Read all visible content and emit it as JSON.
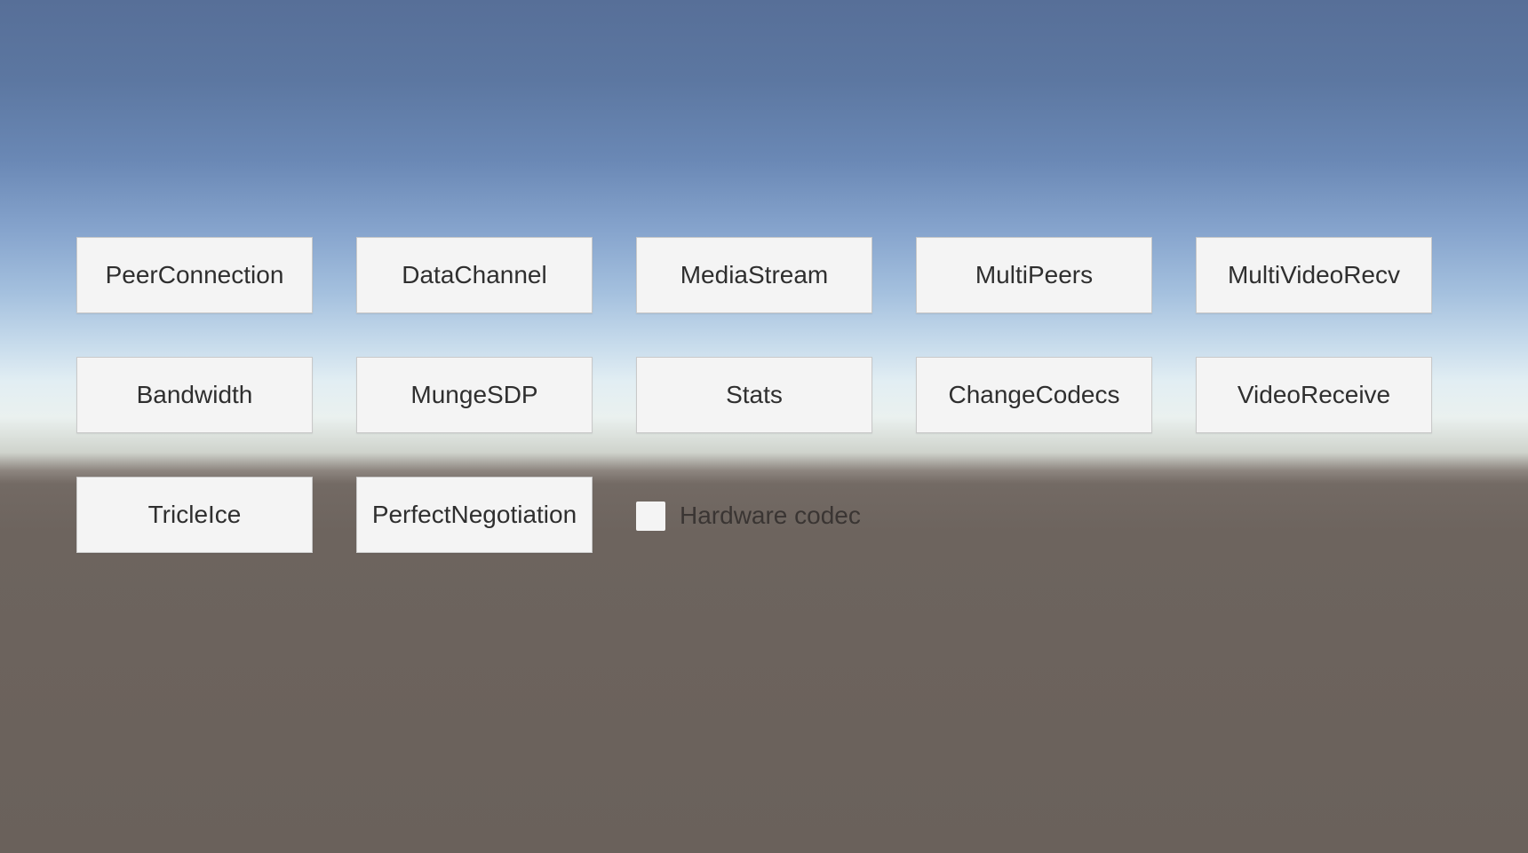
{
  "menu": {
    "buttons": [
      "PeerConnection",
      "DataChannel",
      "MediaStream",
      "MultiPeers",
      "MultiVideoRecv",
      "Bandwidth",
      "MungeSDP",
      "Stats",
      "ChangeCodecs",
      "VideoReceive",
      "TricleIce",
      "PerfectNegotiation"
    ],
    "hardware_codec": {
      "label": "Hardware codec",
      "checked": false
    }
  }
}
